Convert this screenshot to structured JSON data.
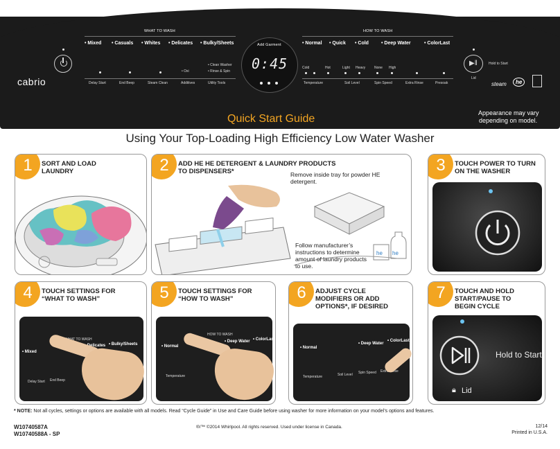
{
  "panel": {
    "what_to_wash_label": "WHAT TO WASH",
    "how_to_wash_label": "HOW TO WASH",
    "what_options": [
      "• Mixed",
      "• Casuals",
      "• Whites",
      "• Delicates",
      "• Bulky/Sheets"
    ],
    "how_options": [
      "• Normal",
      "• Quick",
      "• Cold",
      "• Deep Water",
      "• ColorLast"
    ],
    "add_garment": "Add Garment",
    "clock": "0:45",
    "brand": "cabrio",
    "left_bottom": [
      "Delay Start",
      "End Beep",
      "Steam Clean",
      "Additives",
      "Utility Tools"
    ],
    "additives_opt": "• Oxi",
    "utility_opts": [
      "• Clean Washer",
      "• Rinse & Spin"
    ],
    "temp_levels": [
      "Cold",
      "Hot"
    ],
    "soil_levels": [
      "Light",
      "Heavy"
    ],
    "spin_levels": [
      "None",
      "High"
    ],
    "right_bottom": [
      "Temperature",
      "Soil Level",
      "Spin Speed",
      "Extra Rinse",
      "Presoak"
    ],
    "hold_to_start": "Hold to Start",
    "lid": "Lid",
    "steam": "steam",
    "he": "he",
    "quick_start": "Quick Start Guide",
    "appearance": [
      "Appearance may vary",
      "depending on model."
    ]
  },
  "main_title": "Using Your Top-Loading High Efficiency Low Water Washer",
  "steps": [
    {
      "num": "1",
      "title": [
        "SORT AND LOAD",
        "LAUNDRY"
      ]
    },
    {
      "num": "2",
      "title": [
        "ADD HE HE DETERGENT & LAUNDRY PRODUCTS",
        "TO DISPENSERS*"
      ]
    },
    {
      "num": "3",
      "title": [
        "TOUCH POWER TO TURN",
        "ON THE WASHER"
      ]
    },
    {
      "num": "4",
      "title": [
        "TOUCH SETTINGS FOR",
        "“WHAT TO WASH”"
      ]
    },
    {
      "num": "5",
      "title": [
        "TOUCH SETTINGS FOR",
        "“HOW TO WASH”"
      ]
    },
    {
      "num": "6",
      "title": [
        "ADJUST CYCLE",
        "MODIFIERS OR ADD",
        "OPTIONS*, IF DESIRED"
      ]
    },
    {
      "num": "7",
      "title": [
        "TOUCH AND HOLD",
        "START/PAUSE TO",
        "BEGIN CYCLE"
      ]
    }
  ],
  "step2_note1": [
    "Remove inside tray for powder HE",
    "detergent."
  ],
  "step2_note2": [
    "Follow manufacturer’s",
    "instructions to determine",
    "amount of laundry products",
    "to use."
  ],
  "step7": {
    "hold": "Hold to Start",
    "lid": "Lid"
  },
  "footnote": {
    "bold": "* NOTE:",
    "text": " Not all cycles, settings or options are available with all models. Read “Cycle Guide” in Use and Care Guide before using washer for more information on your model’s options and features."
  },
  "sku1": "W10740587A",
  "sku2": "W10740588A - SP",
  "copyright": "®/™ ©2014 Whirlpool. All rights reserved. Used under license in Canada.",
  "date": "12/14",
  "printed": "Printed in U.S.A."
}
